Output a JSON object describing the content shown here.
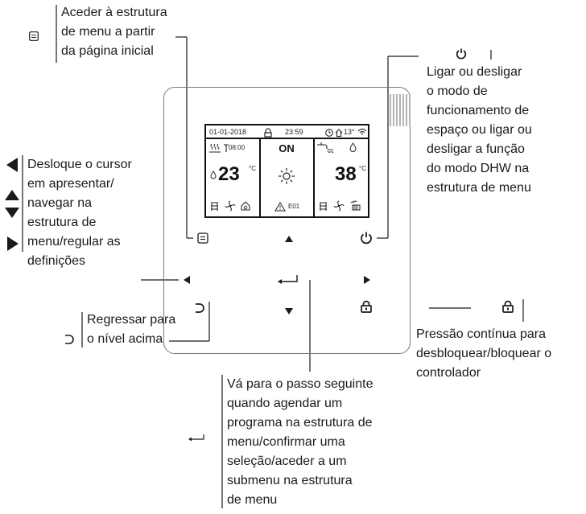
{
  "callouts": {
    "menu": "Aceder à estrutura\nde menu a partir\nda página inicial",
    "power": "Ligar ou desligar\no modo de\nfuncionamento de\nespaço ou ligar ou\ndesligar a função\ndo modo DHW na\nestrutura de menu",
    "navigate": "Desloque o cursor\nem apresentar/\nnavegar na\nestrutura de\nmenu/regular as\ndefinições",
    "back": "Regressar para\no nível acima",
    "unlock": "Pressão contínua para\ndesbloquear/bloquear o\ncontrolador",
    "enter": "Vá para o passo seguinte\nquando agendar um\nprograma na estrutura de\nmenu/confirmar uma\nseleção/aceder a um\nsubmenu na estrutura\nde menu"
  },
  "screen": {
    "date": "01-01-2018",
    "time": "23:59",
    "outdoor_temp": "13°",
    "schedule_time": "08:00",
    "status": "ON",
    "left_temp": "23",
    "left_unit": "°C",
    "right_temp": "38",
    "right_unit": "°C",
    "error_code": "E01"
  },
  "colors": {
    "ink": "#1a1a1a",
    "panel_border": "#7a7a7a",
    "screen_border": "#111111"
  },
  "icons": [
    "menu-icon",
    "power-icon",
    "up-arrow-icon",
    "down-arrow-icon",
    "left-arrow-icon",
    "right-arrow-icon",
    "enter-icon",
    "back-icon",
    "unlock-icon"
  ]
}
